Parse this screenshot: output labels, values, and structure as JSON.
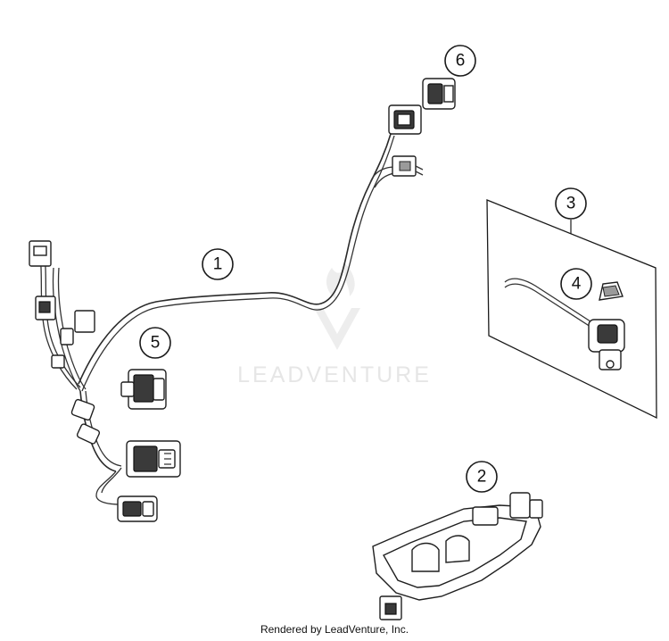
{
  "diagram": {
    "callouts": {
      "c1": "1",
      "c2": "2",
      "c3": "3",
      "c4": "4",
      "c5": "5",
      "c6": "6"
    },
    "watermark": "LEADVENTURE",
    "footer": "Rendered by LeadVenture, Inc."
  }
}
